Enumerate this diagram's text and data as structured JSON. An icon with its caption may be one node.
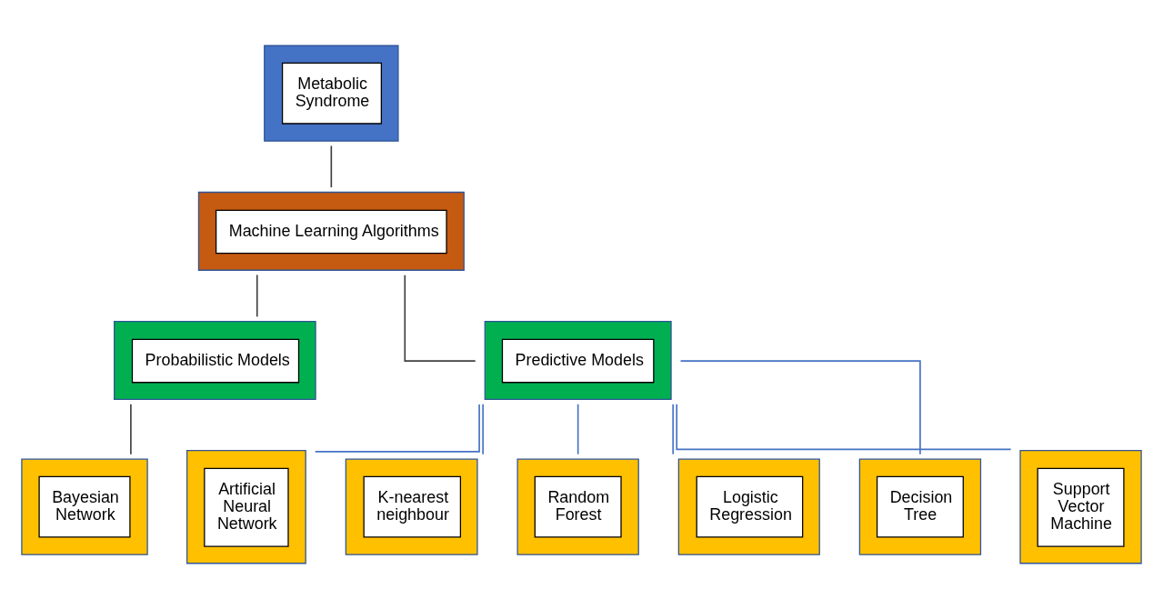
{
  "diagram": {
    "nodes": [
      {
        "text": [
          "Metabolic Syndrome"
        ]
      },
      {
        "text": [
          "Machine Learning Algorithms"
        ]
      },
      {
        "text": [
          "Probabilistic Models"
        ]
      },
      {
        "text": [
          "Predictive Models"
        ]
      },
      {
        "text": [
          "Bayesian Network"
        ]
      },
      {
        "text": [
          "Artificial Neural Network"
        ]
      },
      {
        "text": [
          "K-nearest neighbour"
        ]
      },
      {
        "text": [
          "Random Forest"
        ]
      },
      {
        "text": [
          "Logistic Regression"
        ]
      },
      {
        "text": [
          "Decision Tree"
        ]
      },
      {
        "text": [
          "Support Vector Machine"
        ]
      }
    ],
    "edges": [
      {
        "from": 0,
        "to": 1,
        "arrow": "none",
        "color": "#404040"
      },
      {
        "from": 1,
        "to": 2,
        "arrow": "none",
        "color": "#404040"
      },
      {
        "from": 1,
        "to": 3,
        "arrow": "none",
        "color": "#404040"
      },
      {
        "from": 2,
        "to": 4,
        "arrow": "none",
        "color": "#404040"
      },
      {
        "from": 3,
        "to": 5,
        "arrow": "none"
      },
      {
        "from": 3,
        "to": 6,
        "arrow": "none"
      },
      {
        "from": 3,
        "to": 7,
        "arrow": "none"
      },
      {
        "from": 3,
        "to": 8,
        "arrow": "none"
      },
      {
        "from": 3,
        "to": 9,
        "arrow": "none"
      },
      {
        "from": 3,
        "to": 10,
        "arrow": "none"
      }
    ]
  }
}
